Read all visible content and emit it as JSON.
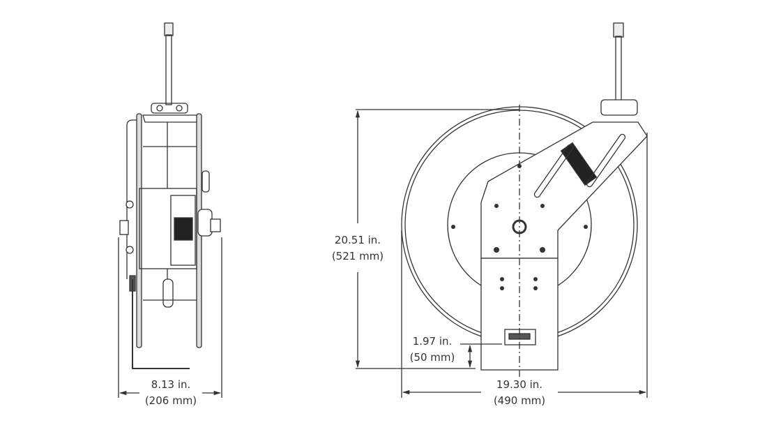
{
  "side_view": {
    "width_in": "8.13 in.",
    "width_mm": "(206 mm)"
  },
  "front_view": {
    "height_in": "20.51 in.",
    "height_mm": "(521 mm)",
    "base_in": "1.97 in.",
    "base_mm": "(50 mm)",
    "diameter_in": "19.30 in.",
    "diameter_mm": "(490 mm)"
  },
  "colors": {
    "line": "#333333",
    "dark": "#1a1a1a",
    "gray": "#9a9a9a"
  }
}
